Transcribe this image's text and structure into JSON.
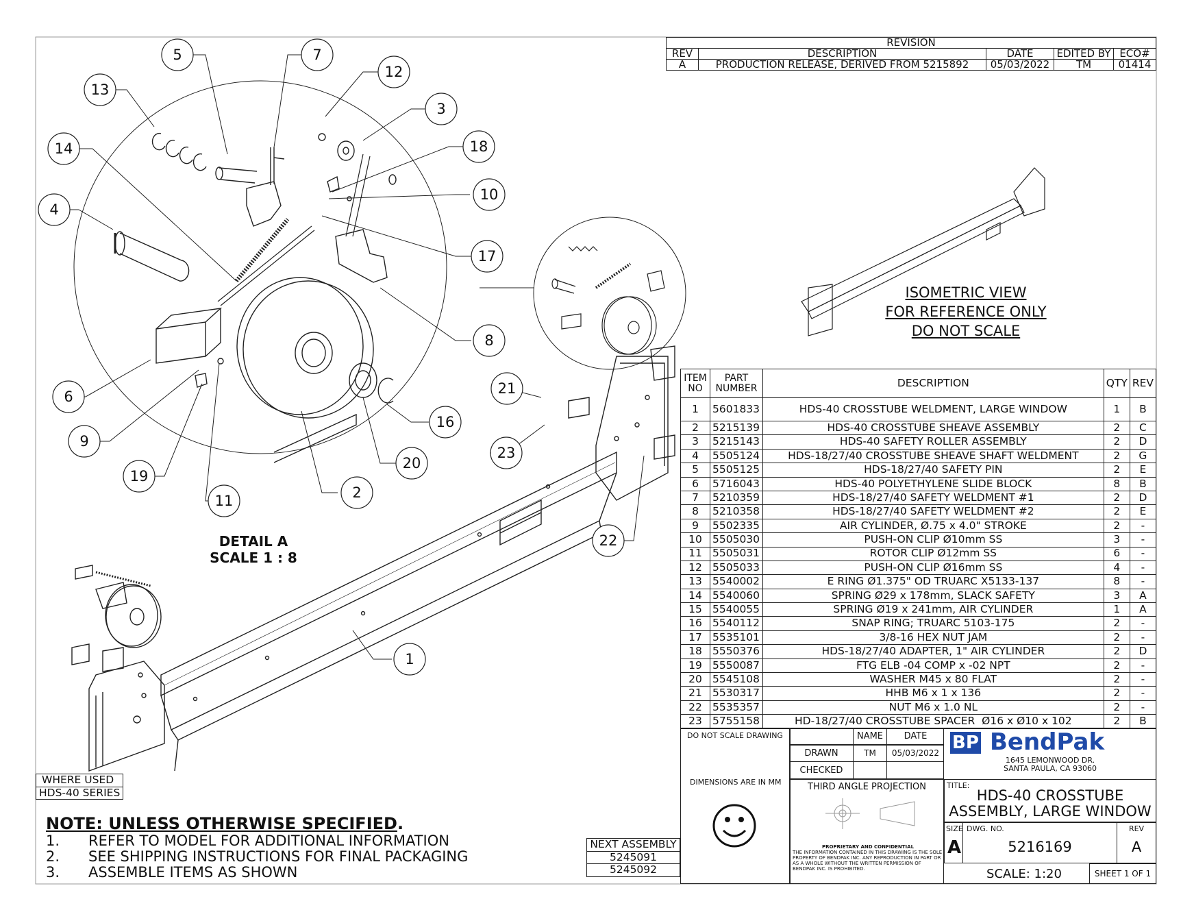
{
  "revision_block": {
    "title": "REVISION",
    "headers": [
      "REV",
      "DESCRIPTION",
      "DATE",
      "EDITED BY",
      "ECO#"
    ],
    "rows": [
      [
        "A",
        "PRODUCTION RELEASE, DERIVED FROM 5215892",
        "05/03/2022",
        "TM",
        "01414"
      ]
    ]
  },
  "isometric_note": [
    "ISOMETRIC VIEW",
    "FOR REFERENCE ONLY",
    "DO NOT SCALE"
  ],
  "detail_label": [
    "DETAIL A",
    "SCALE 1 : 8"
  ],
  "balloons": [
    "1",
    "2",
    "3",
    "4",
    "5",
    "6",
    "7",
    "8",
    "9",
    "10",
    "11",
    "12",
    "13",
    "14",
    "16",
    "17",
    "18",
    "19",
    "20",
    "21",
    "22",
    "23"
  ],
  "bom": {
    "headers": [
      "ITEM NO",
      "PART NUMBER",
      "DESCRIPTION",
      "QTY",
      "REV"
    ],
    "header_lines": {
      "item": [
        "ITEM",
        "NO"
      ],
      "part": [
        "PART",
        "NUMBER"
      ]
    },
    "rows": [
      [
        "1",
        "5601833",
        "HDS-40 CROSSTUBE WELDMENT, LARGE WINDOW",
        "1",
        "B"
      ],
      [
        "2",
        "5215139",
        "HDS-40 CROSSTUBE SHEAVE ASSEMBLY",
        "2",
        "C"
      ],
      [
        "3",
        "5215143",
        "HDS-40 SAFETY ROLLER ASSEMBLY",
        "2",
        "D"
      ],
      [
        "4",
        "5505124",
        "HDS-18/27/40 CROSSTUBE SHEAVE SHAFT WELDMENT",
        "2",
        "G"
      ],
      [
        "5",
        "5505125",
        "HDS-18/27/40 SAFETY PIN",
        "2",
        "E"
      ],
      [
        "6",
        "5716043",
        "HDS-40 POLYETHYLENE SLIDE BLOCK",
        "8",
        "B"
      ],
      [
        "7",
        "5210359",
        "HDS-18/27/40 SAFETY WELDMENT #1",
        "2",
        "D"
      ],
      [
        "8",
        "5210358",
        "HDS-18/27/40 SAFETY WELDMENT #2",
        "2",
        "E"
      ],
      [
        "9",
        "5502335",
        "AIR CYLINDER, Ø.75 x 4.0\" STROKE",
        "2",
        "-"
      ],
      [
        "10",
        "5505030",
        "PUSH-ON CLIP Ø10mm SS",
        "3",
        "-"
      ],
      [
        "11",
        "5505031",
        "ROTOR CLIP Ø12mm SS",
        "6",
        "-"
      ],
      [
        "12",
        "5505033",
        "PUSH-ON CLIP Ø16mm SS",
        "4",
        "-"
      ],
      [
        "13",
        "5540002",
        "E RING Ø1.375\" OD TRUARC X5133-137",
        "8",
        "-"
      ],
      [
        "14",
        "5540060",
        "SPRING Ø29 x 178mm, SLACK SAFETY",
        "3",
        "A"
      ],
      [
        "15",
        "5540055",
        "SPRING Ø19 x 241mm, AIR CYLINDER",
        "1",
        "A"
      ],
      [
        "16",
        "5540112",
        "SNAP RING; TRUARC 5103-175",
        "2",
        "-"
      ],
      [
        "17",
        "5535101",
        "3/8-16 HEX NUT JAM",
        "2",
        "-"
      ],
      [
        "18",
        "5550376",
        "HDS-18/27/40 ADAPTER, 1\" AIR CYLINDER",
        "2",
        "D"
      ],
      [
        "19",
        "5550087",
        "FTG ELB -04 COMP x -02 NPT",
        "2",
        "-"
      ],
      [
        "20",
        "5545108",
        "WASHER M45 x 80 FLAT",
        "2",
        "-"
      ],
      [
        "21",
        "5530317",
        "HHB M6 x 1 x 136",
        "2",
        "-"
      ],
      [
        "22",
        "5535357",
        "NUT M6 x 1.0 NL",
        "2",
        "-"
      ],
      [
        "23",
        "5755158",
        "HD-18/27/40 CROSSTUBE SPACER  Ø16 x Ø10 x 102",
        "2",
        "B"
      ]
    ]
  },
  "title_block": {
    "do_not_scale": "DO NOT SCALE DRAWING",
    "name_header": "NAME",
    "date_header": "DATE",
    "drawn_label": "DRAWN",
    "drawn_name": "TM",
    "drawn_date": "05/03/2022",
    "checked_label": "CHECKED",
    "dimensions_note": "DIMENSIONS ARE IN MM",
    "projection": "THIRD ANGLE PROJECTION",
    "company": "BendPak",
    "logo_mark": "BP",
    "address1": "1645 LEMONWOOD DR.",
    "address2": "SANTA PAULA, CA 93060",
    "title_label": "TITLE:",
    "title_line1": "HDS-40 CROSSTUBE",
    "title_line2": "ASSEMBLY, LARGE WINDOW",
    "size_label": "SIZE",
    "size": "A",
    "dwg_label": "DWG.  NO.",
    "dwg_no": "5216169",
    "rev_label": "REV",
    "rev": "A",
    "scale": "SCALE: 1:20",
    "sheet": "SHEET 1 OF 1",
    "proprietary_title": "PROPRIETARY AND CONFIDENTIAL",
    "proprietary_text": "THE INFORMATION CONTAINED IN THIS DRAWING IS THE SOLE PROPERTY OF BENDPAK INC. ANY REPRODUCTION IN PART OR AS A WHOLE WITHOUT THE WRITTEN PERMISSION OF BENDPAK INC. IS PROHIBITED."
  },
  "where_used": {
    "label": "WHERE USED",
    "value": "HDS-40 SERIES"
  },
  "next_assembly": {
    "label": "NEXT ASSEMBLY",
    "values": [
      "5245091",
      "5245092"
    ]
  },
  "notes": {
    "heading": "NOTE: UNLESS OTHERWISE SPECIFIED",
    "items": [
      {
        "n": "1.",
        "text": "REFER TO MODEL FOR ADDITIONAL INFORMATION"
      },
      {
        "n": "2.",
        "text": "SEE SHIPPING INSTRUCTIONS FOR FINAL PACKAGING"
      },
      {
        "n": "3.",
        "text": "ASSEMBLE ITEMS AS SHOWN"
      }
    ]
  },
  "colors": {
    "line": "#222222",
    "logo_blue": "#1f4aa8"
  }
}
